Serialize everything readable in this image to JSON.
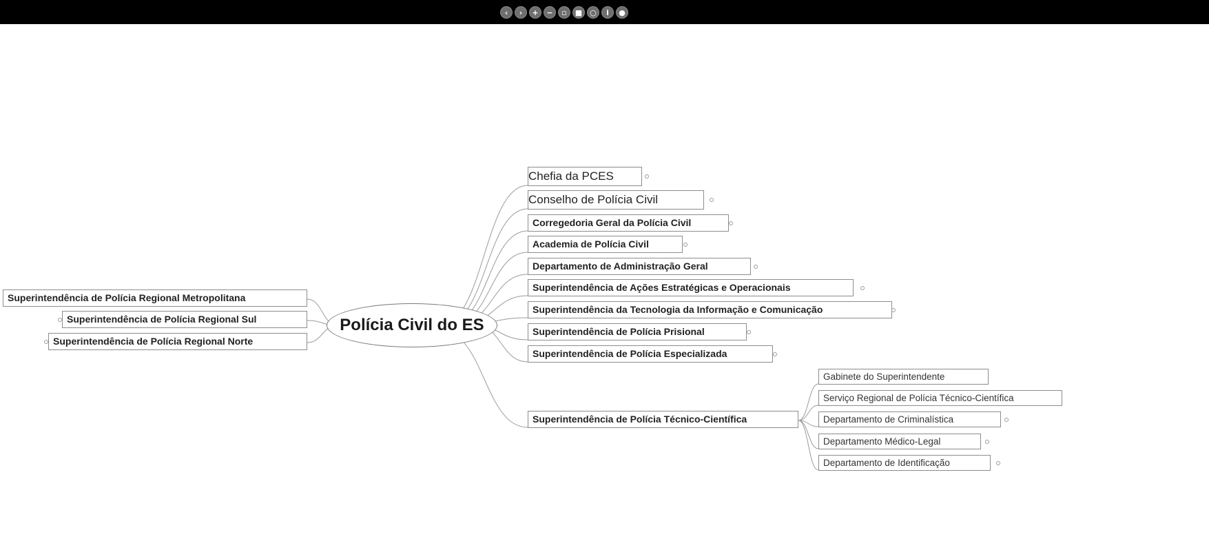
{
  "toolbar": {
    "icons": [
      "back-icon",
      "forward-icon",
      "zoom-in-icon",
      "zoom-out-icon",
      "fit-icon",
      "stop-icon",
      "circle-icon",
      "info-icon",
      "full-circle-icon"
    ],
    "glyphs": [
      "‹",
      "›",
      "+",
      "−",
      "▫",
      "■",
      "○",
      "i",
      "●"
    ]
  },
  "mindmap": {
    "root": "Polícia Civil do ES",
    "right_top": [
      "Chefia da PCES",
      "Conselho de Polícia Civil",
      "Corregedoria Geral da Polícia Civil",
      "Academia de Polícia Civil",
      "Departamento de Administração Geral",
      "Superintendência de Ações Estratégicas e Operacionais",
      "Superintendência da Tecnologia da Informação e Comunicação",
      "Superintendência de Polícia Prisional",
      "Superintendência de Polícia Especializada"
    ],
    "technical_node": "Superintendência de Polícia Técnico-Científica",
    "technical_children": [
      "Gabinete do Superintendente",
      "Serviço Regional de Polícia Técnico-Científica",
      "Departamento de Criminalística",
      "Departamento Médico-Legal",
      "Departamento de Identificação"
    ],
    "left": [
      "Superintendência de Polícia Regional Metropolitana",
      "Superintendência de Polícia Regional Sul",
      "Superintendência de Polícia Regional Norte"
    ]
  },
  "colors": {
    "background": "#ffffff",
    "topbar": "#000000",
    "line": "#9a9a9a",
    "border": "#8c8c8c"
  }
}
